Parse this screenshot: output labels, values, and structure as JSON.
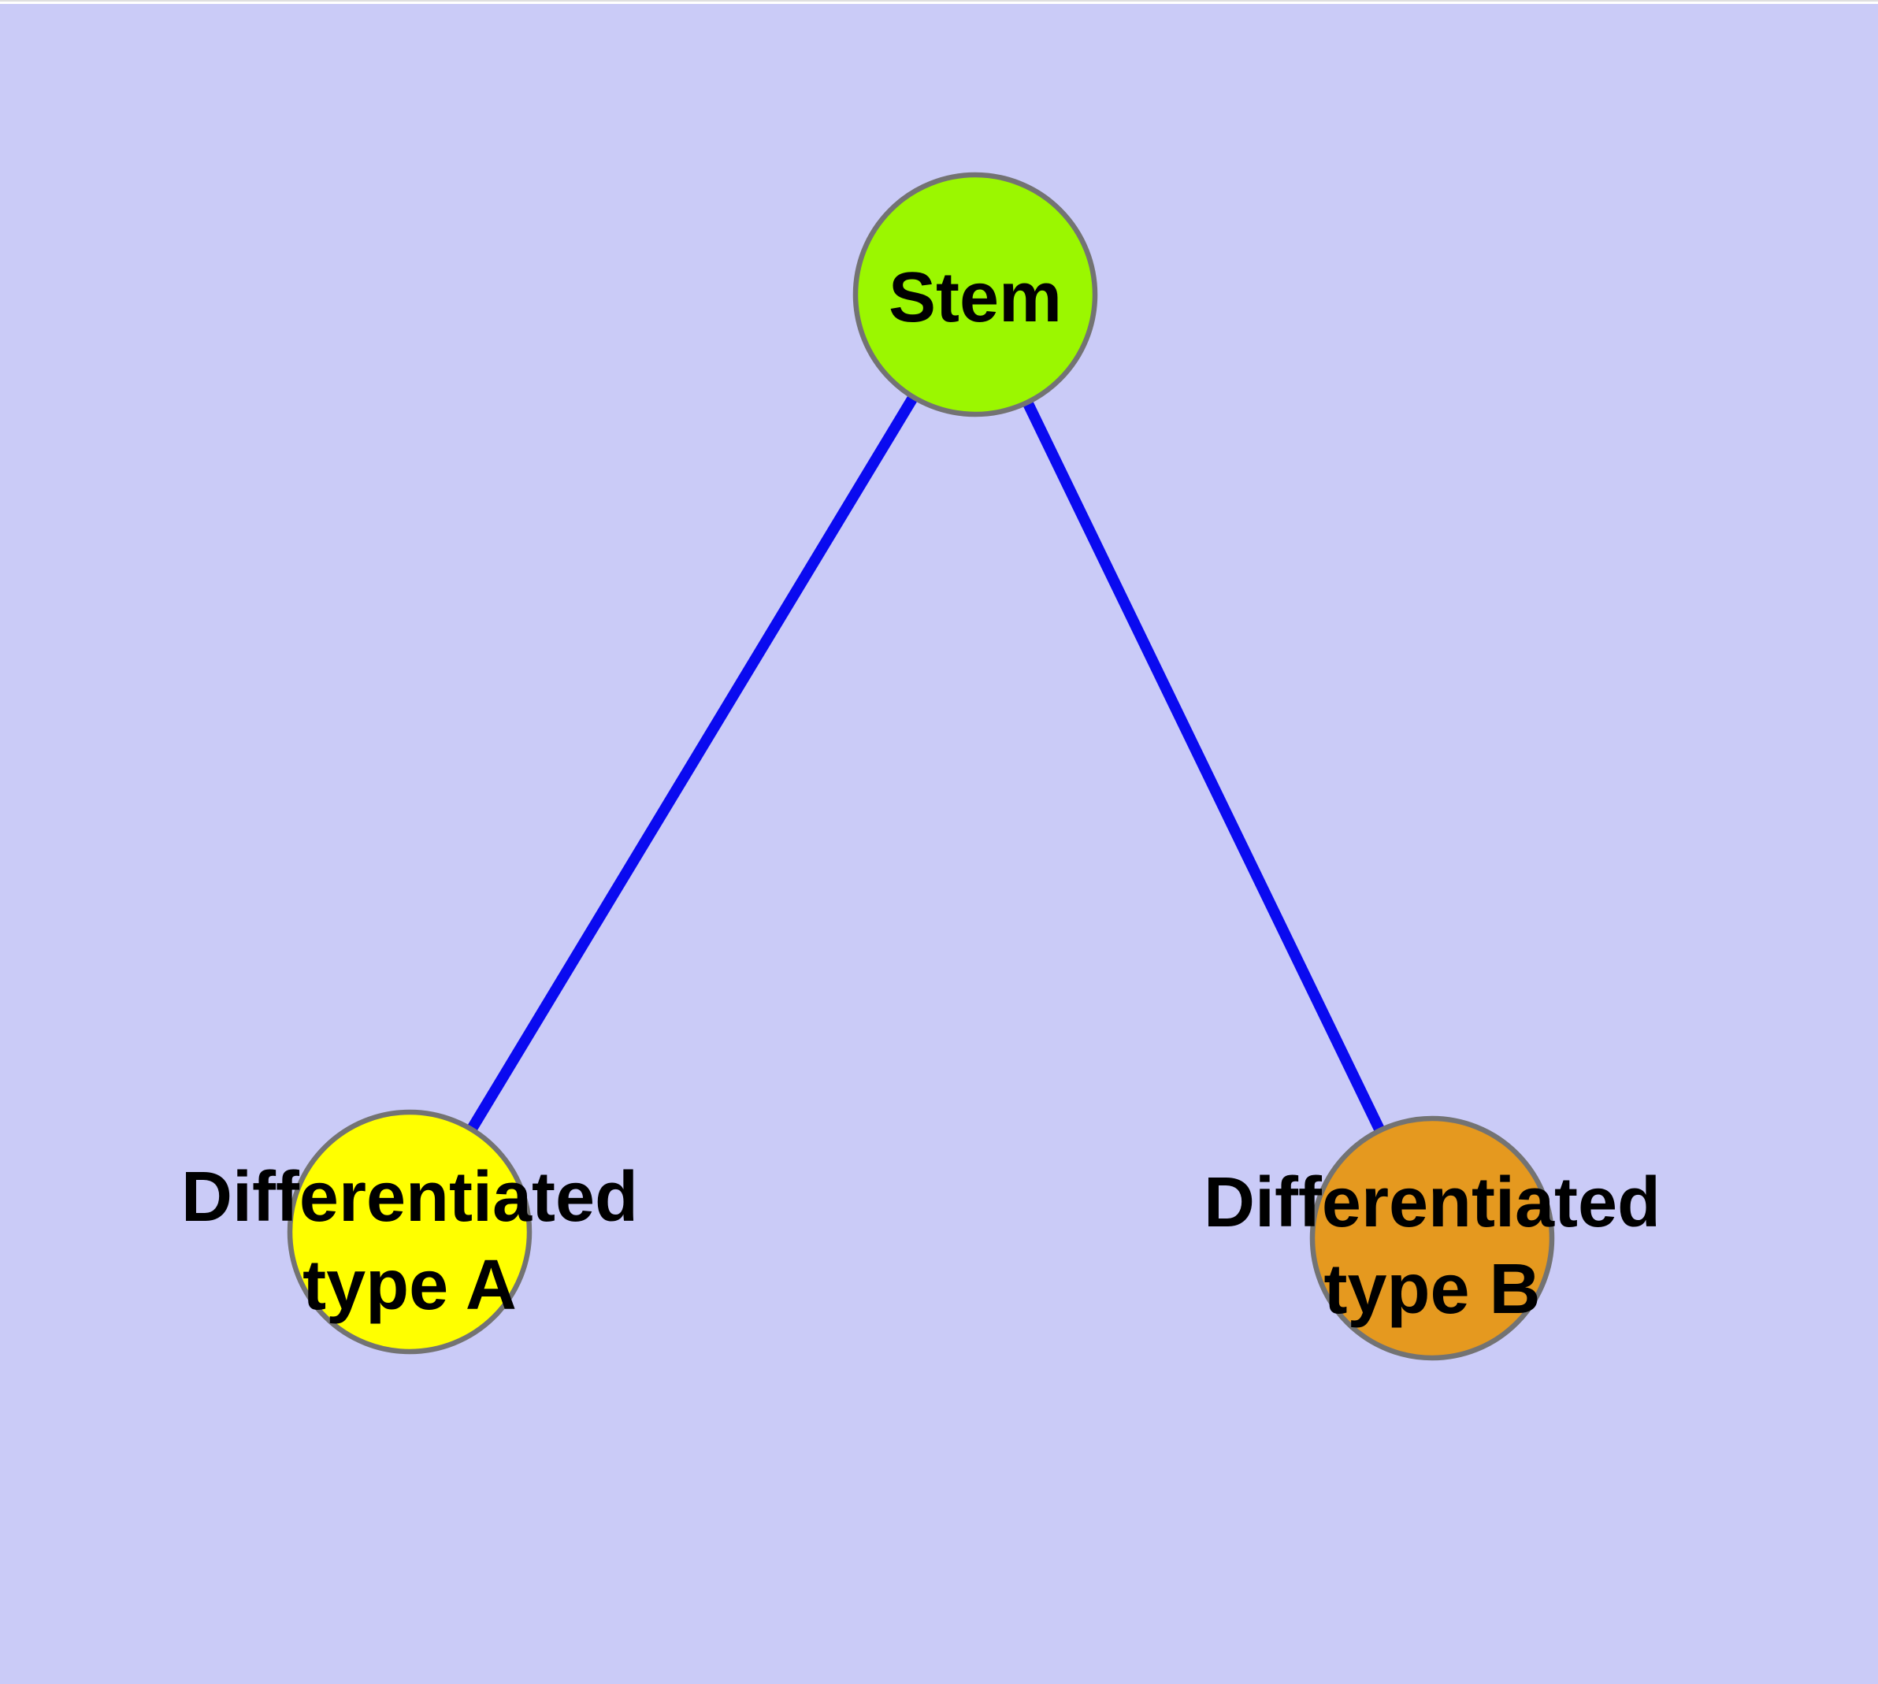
{
  "diagram": {
    "type": "graph",
    "nodes": [
      {
        "id": "stem",
        "label": "Stem",
        "shape": "circle",
        "color": "#9bf700"
      },
      {
        "id": "differentiated-type-a",
        "label": "Differentiated type A",
        "label_lines": [
          "Differentiated",
          "type A"
        ],
        "shape": "circle",
        "color": "#ffff00"
      },
      {
        "id": "differentiated-type-b",
        "label": "Differentiated type B",
        "label_lines": [
          "Differentiated",
          "type B"
        ],
        "shape": "circle",
        "color": "#e5991f"
      }
    ],
    "edges": [
      {
        "from": "stem",
        "to": "differentiated-type-a",
        "color": "#0a0af0"
      },
      {
        "from": "stem",
        "to": "differentiated-type-b",
        "color": "#0a0af0"
      }
    ]
  },
  "theme": {
    "background": "#cacbf7",
    "edge_color": "#0a0af0",
    "node_border_color": "#737373",
    "label_color": "#000000"
  }
}
